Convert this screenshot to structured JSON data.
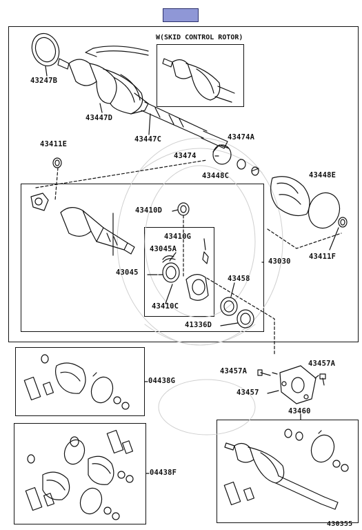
{
  "header": {
    "tag_color": "#8f97d6",
    "frame_note": "W(SKID CONTROL ROTOR)",
    "figure_number": "430355"
  },
  "labels": {
    "p43247b": "43247B",
    "p43447d": "43447D",
    "p43447c": "43447C",
    "p43411e": "43411E",
    "p43474a": "43474A",
    "p43474": "43474",
    "p43448c": "43448C",
    "p43448e": "43448E",
    "p43411f": "43411F",
    "p43410d": "43410D",
    "p43410g": "43410G",
    "p43045a": "43045A",
    "p43045": "43045",
    "p43458": "43458",
    "p43410c": "43410C",
    "p41336d": "41336D",
    "p43030": "43030",
    "p04438g": "04438G",
    "p04438f": "04438F",
    "p43457a_left": "43457A",
    "p43457a_right": "43457A",
    "p43457": "43457",
    "p43460": "43460"
  }
}
